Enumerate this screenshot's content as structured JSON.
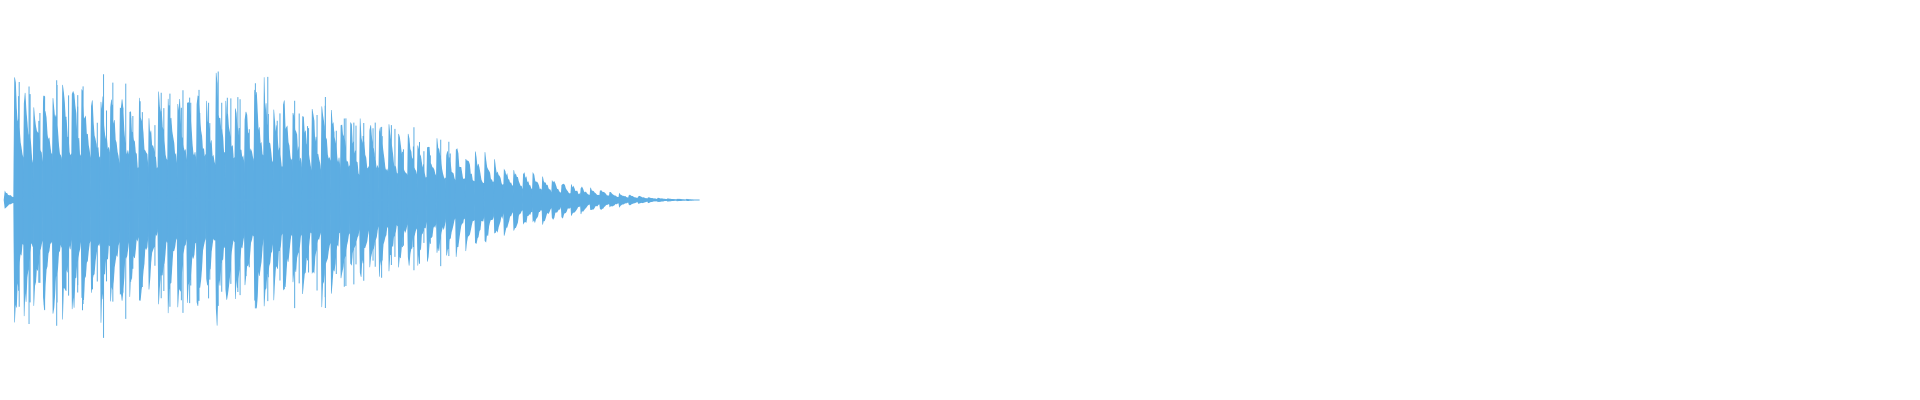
{
  "waveform": {
    "color": "#5dade2",
    "background": "#ffffff",
    "bursts": [
      {
        "t": 0.0,
        "amp": 0.06
      },
      {
        "t": 0.005,
        "amp": 0.92
      },
      {
        "t": 0.01,
        "amp": 0.88
      },
      {
        "t": 0.015,
        "amp": 0.8
      },
      {
        "t": 0.02,
        "amp": 0.85
      },
      {
        "t": 0.025,
        "amp": 0.9
      },
      {
        "t": 0.03,
        "amp": 0.86
      },
      {
        "t": 0.035,
        "amp": 0.93
      },
      {
        "t": 0.04,
        "amp": 0.88
      },
      {
        "t": 0.045,
        "amp": 0.8
      },
      {
        "t": 0.05,
        "amp": 0.9
      },
      {
        "t": 0.055,
        "amp": 0.84
      },
      {
        "t": 0.06,
        "amp": 0.87
      },
      {
        "t": 0.065,
        "amp": 0.7
      },
      {
        "t": 0.07,
        "amp": 0.8
      },
      {
        "t": 0.075,
        "amp": 0.66
      },
      {
        "t": 0.08,
        "amp": 0.85
      },
      {
        "t": 0.085,
        "amp": 0.8
      },
      {
        "t": 0.09,
        "amp": 0.88
      },
      {
        "t": 0.095,
        "amp": 0.82
      },
      {
        "t": 0.1,
        "amp": 0.88
      },
      {
        "t": 0.105,
        "amp": 0.74
      },
      {
        "t": 0.11,
        "amp": 0.98
      },
      {
        "t": 0.115,
        "amp": 0.82
      },
      {
        "t": 0.12,
        "amp": 0.76
      },
      {
        "t": 0.125,
        "amp": 0.74
      },
      {
        "t": 0.13,
        "amp": 0.92
      },
      {
        "t": 0.135,
        "amp": 0.88
      },
      {
        "t": 0.14,
        "amp": 0.74
      },
      {
        "t": 0.145,
        "amp": 0.78
      },
      {
        "t": 0.15,
        "amp": 0.72
      },
      {
        "t": 0.155,
        "amp": 0.7
      },
      {
        "t": 0.16,
        "amp": 0.68
      },
      {
        "t": 0.165,
        "amp": 0.78
      },
      {
        "t": 0.17,
        "amp": 0.72
      },
      {
        "t": 0.175,
        "amp": 0.66
      },
      {
        "t": 0.18,
        "amp": 0.6
      },
      {
        "t": 0.185,
        "amp": 0.64
      },
      {
        "t": 0.19,
        "amp": 0.58
      },
      {
        "t": 0.195,
        "amp": 0.56
      },
      {
        "t": 0.2,
        "amp": 0.54
      },
      {
        "t": 0.205,
        "amp": 0.5
      },
      {
        "t": 0.21,
        "amp": 0.52
      },
      {
        "t": 0.215,
        "amp": 0.48
      },
      {
        "t": 0.22,
        "amp": 0.46
      },
      {
        "t": 0.225,
        "amp": 0.44
      },
      {
        "t": 0.23,
        "amp": 0.42
      },
      {
        "t": 0.235,
        "amp": 0.4
      },
      {
        "t": 0.24,
        "amp": 0.38
      },
      {
        "t": 0.245,
        "amp": 0.36
      },
      {
        "t": 0.25,
        "amp": 0.34
      },
      {
        "t": 0.255,
        "amp": 0.3
      },
      {
        "t": 0.26,
        "amp": 0.26
      },
      {
        "t": 0.265,
        "amp": 0.24
      },
      {
        "t": 0.27,
        "amp": 0.22
      },
      {
        "t": 0.275,
        "amp": 0.2
      },
      {
        "t": 0.28,
        "amp": 0.18
      },
      {
        "t": 0.285,
        "amp": 0.16
      },
      {
        "t": 0.29,
        "amp": 0.14
      },
      {
        "t": 0.295,
        "amp": 0.12
      },
      {
        "t": 0.3,
        "amp": 0.1
      },
      {
        "t": 0.305,
        "amp": 0.09
      },
      {
        "t": 0.31,
        "amp": 0.08
      },
      {
        "t": 0.315,
        "amp": 0.06
      },
      {
        "t": 0.32,
        "amp": 0.05
      },
      {
        "t": 0.325,
        "amp": 0.04
      },
      {
        "t": 0.33,
        "amp": 0.03
      },
      {
        "t": 0.335,
        "amp": 0.02
      },
      {
        "t": 0.34,
        "amp": 0.015
      },
      {
        "t": 0.345,
        "amp": 0.01
      },
      {
        "t": 0.35,
        "amp": 0.008
      },
      {
        "t": 0.355,
        "amp": 0.006
      }
    ]
  }
}
